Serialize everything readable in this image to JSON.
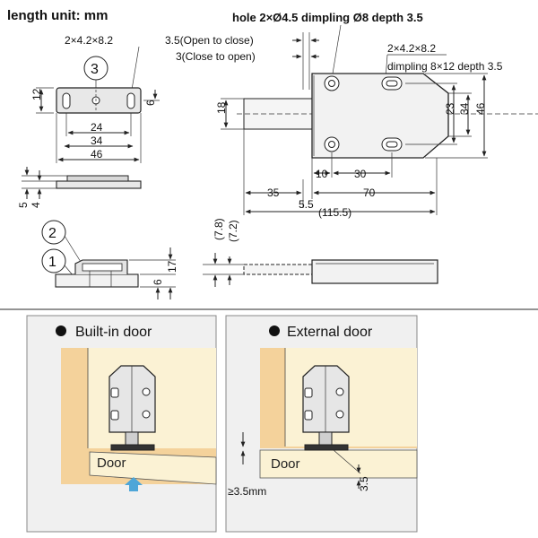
{
  "header": {
    "length_unit": "length unit:  mm"
  },
  "top_view": {
    "callout_slot": "2×4.2×8.2",
    "callout_number": "3",
    "dim_height": "12",
    "dim_hole_offset": "6",
    "dim_24": "24",
    "dim_34": "34",
    "dim_46": "46"
  },
  "side_plate": {
    "dim_5": "5",
    "dim_4": "4"
  },
  "front_view": {
    "hole_note": "hole 2×Ø4.5 dimpling Ø8 depth 3.5",
    "open_to_close": "3.5(Open to close)",
    "close_to_open": "3(Close to open)",
    "slot_note": "2×4.2×8.2",
    "dimpling_note": "dimpling 8×12 depth 3.5",
    "dim_18": "18",
    "dim_23": "23",
    "dim_34": "34",
    "dim_46": "46",
    "dim_10": "10",
    "dim_30": "30",
    "dim_35": "35",
    "dim_5_5": "5.5",
    "dim_70": "70",
    "dim_115_5": "(115.5)"
  },
  "side_view": {
    "callout_2": "2",
    "callout_1": "1",
    "dim_17": "17",
    "dim_6": "6",
    "dim_7_8": "(7.8)",
    "dim_7_2": "(7.2)"
  },
  "install": {
    "builtin_title": "Built-in door",
    "external_title": "External door",
    "door_label": "Door",
    "gap_label": "≥3.5mm",
    "dim_3_5": "3.5"
  },
  "colors": {
    "panel_bg": "#f0f0f0",
    "cabinet_wood": "#f4d29b",
    "cabinet_inner": "#fbf2d4",
    "latch_metal": "#e6e6e6",
    "arrow_blue": "#4ea6d8",
    "divider": "#555555"
  }
}
